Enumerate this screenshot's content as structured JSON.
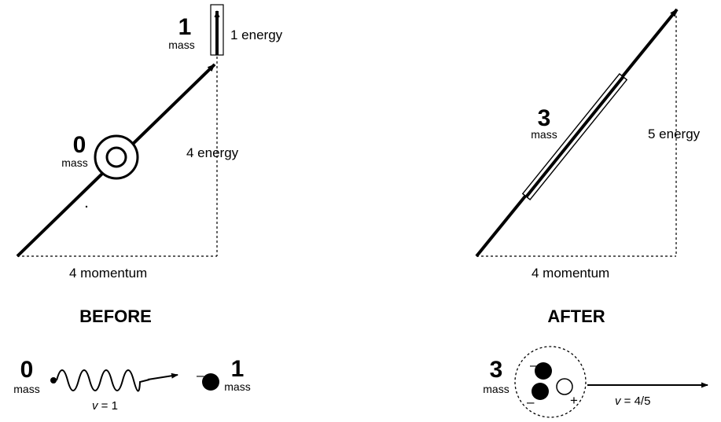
{
  "before": {
    "heading": "BEFORE",
    "photon": {
      "mass_num": "0",
      "mass_word": "mass"
    },
    "particle": {
      "mass_num": "1",
      "mass_word": "mass",
      "energy_label": "1 energy"
    },
    "energy_label": "4 energy",
    "momentum_label": "4 momentum",
    "scene": {
      "photon_mass_num": "0",
      "photon_mass_word": "mass",
      "velocity_var": "v",
      "velocity_rest": " = 1",
      "charge": "–",
      "particle_mass_num": "1",
      "particle_mass_word": "mass"
    }
  },
  "after": {
    "heading": "AFTER",
    "mass_num": "3",
    "mass_word": "mass",
    "energy_label": "5 energy",
    "momentum_label": "4 momentum",
    "scene": {
      "mass_num": "3",
      "mass_word": "mass",
      "charge_top": "–",
      "charge_bottom": "–",
      "charge_plus": "+",
      "velocity_var": "v",
      "velocity_rest": " = 4/5"
    }
  }
}
